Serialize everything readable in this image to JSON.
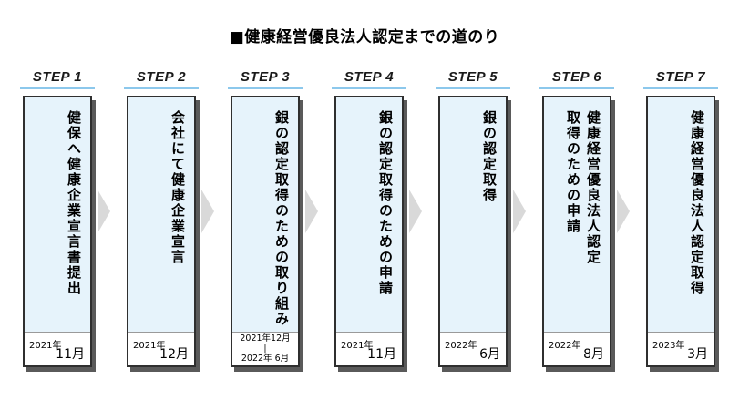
{
  "title": "■健康経営優良法人認定までの道のり",
  "steps": [
    {
      "label": "STEP 1",
      "text": "健保へ健康企業宣言書提出",
      "year": "2021年",
      "month": "11月"
    },
    {
      "label": "STEP 2",
      "text": "会社にて健康企業宣言",
      "year": "2021年",
      "month": "12月"
    },
    {
      "label": "STEP 3",
      "text": "銀の認定取得のための取り組み",
      "range_start": "2021年12月",
      "range_sep": "|",
      "range_end": "2022年 6月"
    },
    {
      "label": "STEP 4",
      "text": "銀の認定取得のための申請",
      "year": "2021年",
      "month": "11月"
    },
    {
      "label": "STEP 5",
      "text": "銀の認定取得",
      "year": "2022年",
      "month": "6月"
    },
    {
      "label": "STEP 6",
      "text_col1": "健康経営優良法人認定",
      "text_col2": "取得のための申請",
      "year": "2022年",
      "month": "8月"
    },
    {
      "label": "STEP 7",
      "text": "健康経営優良法人認定取得",
      "year": "2023年",
      "month": "3月"
    }
  ],
  "colors": {
    "card_fill": "#e6f3fb",
    "step_line": "#8cc8ec",
    "arrow": "#d9d9d9",
    "border": "#2f2f2f"
  }
}
